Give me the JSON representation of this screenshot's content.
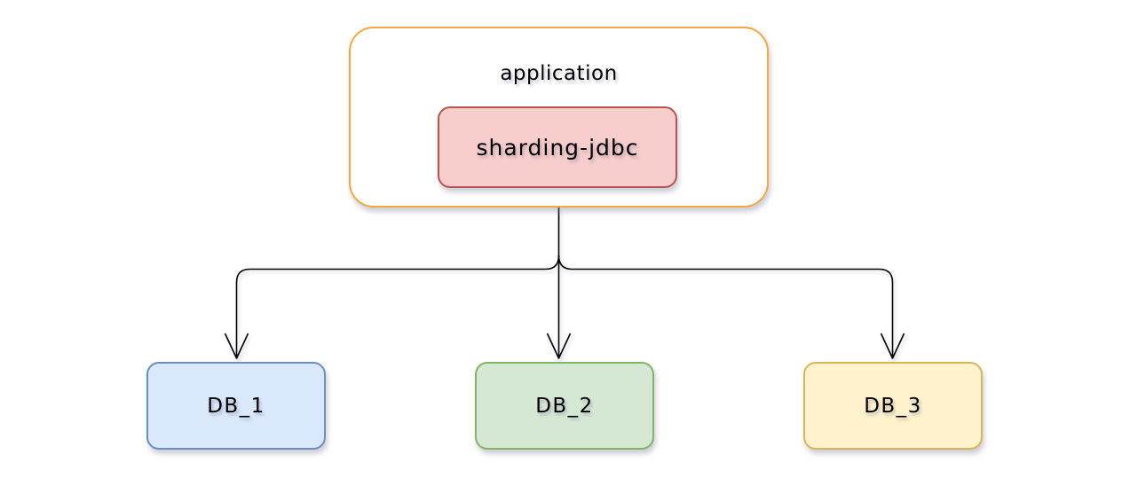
{
  "diagram": {
    "application": {
      "label": "application"
    },
    "sharding": {
      "label": "sharding-jdbc"
    },
    "databases": [
      {
        "label": "DB_1"
      },
      {
        "label": "DB_2"
      },
      {
        "label": "DB_3"
      }
    ],
    "edges": [
      {
        "from": "application",
        "to": "DB_1",
        "arrow": "open"
      },
      {
        "from": "application",
        "to": "DB_2",
        "arrow": "open"
      },
      {
        "from": "application",
        "to": "DB_3",
        "arrow": "open"
      }
    ]
  },
  "colors": {
    "background": "#FFFFFF",
    "text": "#000000",
    "connector": "#000000",
    "application_border": "#F5A742",
    "sharding_fill": "#F8CECC",
    "sharding_border": "#B85450",
    "db1_fill": "#DAE8FC",
    "db1_border": "#6C8EBF",
    "db2_fill": "#D5E8D4",
    "db2_border": "#82B366",
    "db3_fill": "#FFF2CC",
    "db3_border": "#D6B656"
  }
}
